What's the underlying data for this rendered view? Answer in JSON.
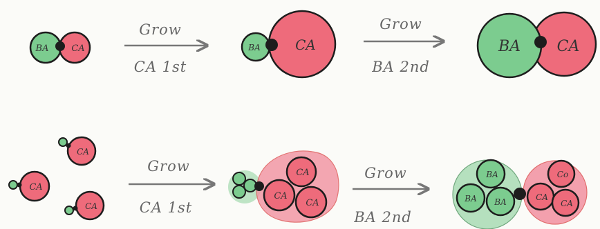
{
  "colors": {
    "b_fill": "#7ccc8f",
    "c_fill": "#ee6b7b",
    "outline": "#1d1d1d",
    "arrow": "#777777",
    "b_halo": "#a9dcb4",
    "c_halo": "#f291a0"
  },
  "labels": {
    "b": "BA",
    "c": "CA",
    "c_small": "Co"
  },
  "row1": {
    "step1": {
      "verb": "Grow",
      "detail": "CA 1st"
    },
    "step2": {
      "verb": "Grow",
      "detail": "BA 2nd"
    }
  },
  "row2": {
    "step1": {
      "verb": "Grow",
      "detail": "CA 1st"
    },
    "step2": {
      "verb": "Grow",
      "detail": "BA 2nd"
    }
  }
}
